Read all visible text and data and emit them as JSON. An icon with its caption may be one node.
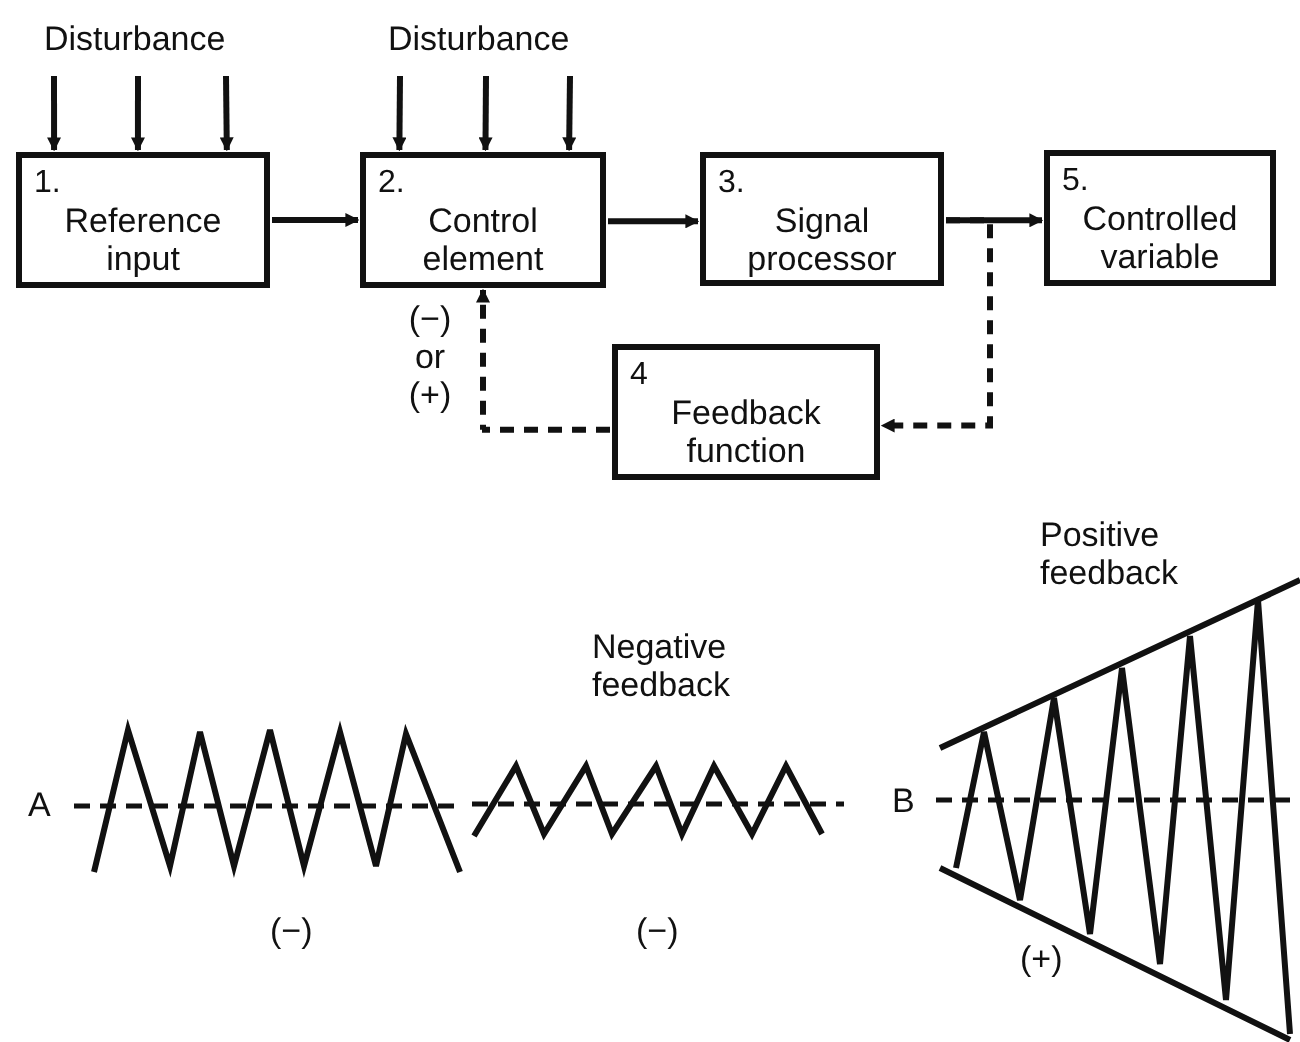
{
  "diagram": {
    "nodes": [
      {
        "text": [
          "1.",
          "Reference input"
        ]
      },
      {
        "text": [
          "2.",
          "Control element"
        ]
      },
      {
        "text": [
          "3.",
          "Signal processor"
        ]
      },
      {
        "text": [
          "5.",
          "Controlled variable"
        ]
      },
      {
        "text": [
          "4",
          "Feedback function"
        ]
      }
    ],
    "edges": [
      {
        "from": null,
        "to": 0,
        "arrow": "to"
      },
      {
        "from": null,
        "to": 0,
        "arrow": "to"
      },
      {
        "from": null,
        "to": 0,
        "arrow": "to"
      },
      {
        "from": null,
        "to": 1,
        "arrow": "to"
      },
      {
        "from": null,
        "to": 1,
        "arrow": "to"
      },
      {
        "from": null,
        "to": 1,
        "arrow": "to"
      },
      {
        "from": 0,
        "to": 1,
        "arrow": "to"
      },
      {
        "from": 1,
        "to": 2,
        "arrow": "to"
      },
      {
        "from": 2,
        "to": 3,
        "arrow": "to"
      },
      {
        "from": 2,
        "to": 4,
        "arrow": "to",
        "style": "dashed"
      },
      {
        "from": 4,
        "to": 1,
        "arrow": "to",
        "style": "dashed",
        "label": "(−) or (+)"
      }
    ],
    "labels": [
      "Disturbance",
      "Disturbance",
      "Positive feedback",
      "Negative feedback",
      "A",
      "B",
      "(−)",
      "(−)",
      "(+)"
    ]
  }
}
